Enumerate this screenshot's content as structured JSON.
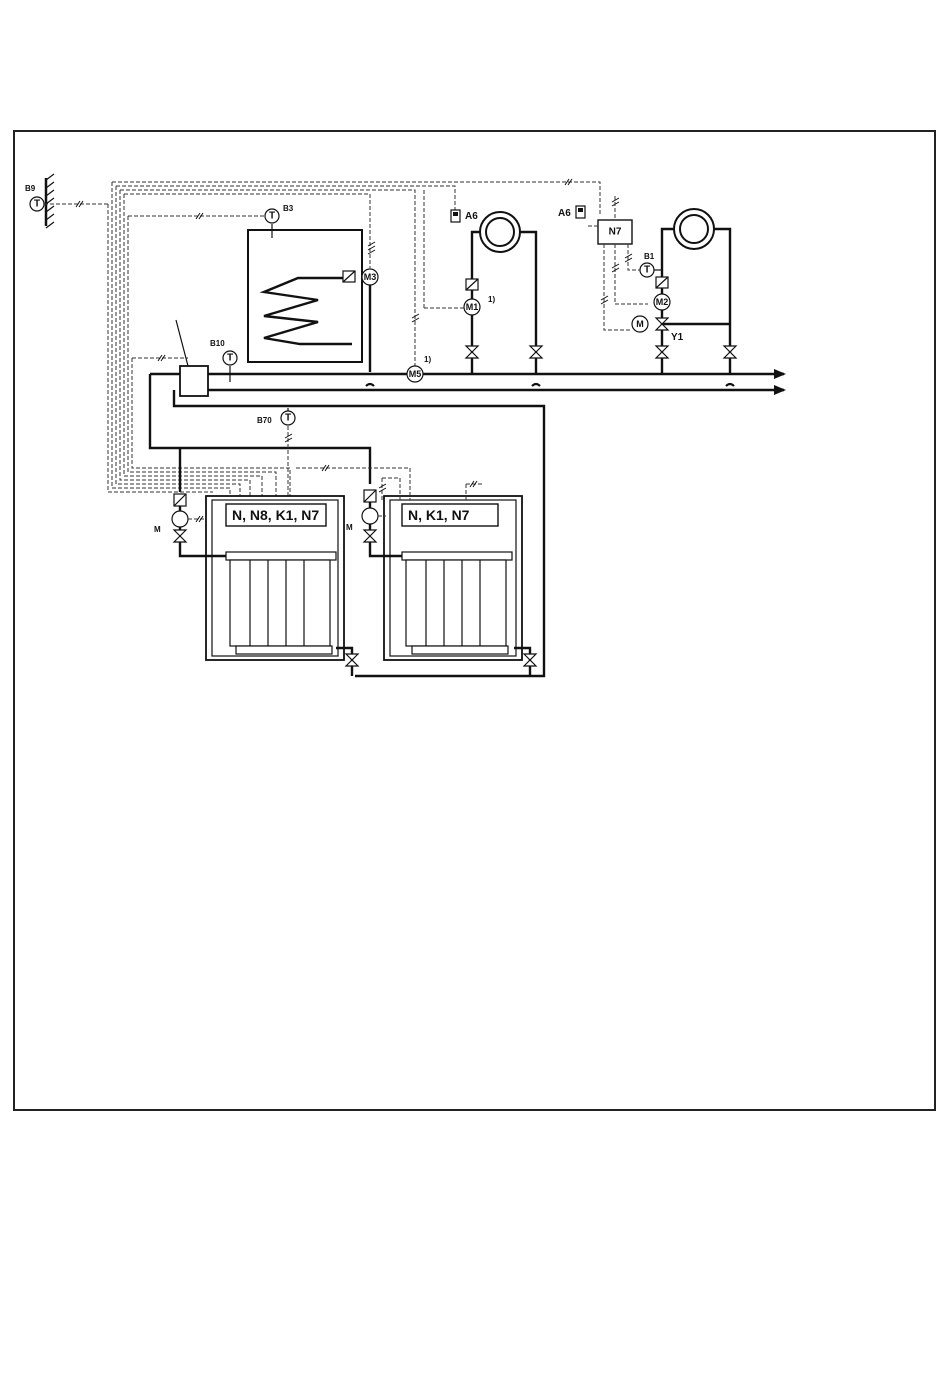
{
  "labels": {
    "outdoor_sensor": "B9",
    "dhw_sensor": "B3",
    "flow_sensor": "B10",
    "common_flow_sensor": "B70",
    "circuit_sensor": "B1",
    "room_unit_1": "A6",
    "room_unit_2": "A6",
    "zone_module": "N7",
    "dhw_pump": "M3",
    "circuit_pump_1": "M1",
    "circuit_pump_2": "M2",
    "system_pump": "M5",
    "mixing_valve": "Y1",
    "valve_motor": "M",
    "boiler_pump_1": "M",
    "boiler_pump_2": "M",
    "temp_symbol": "T",
    "footnote_m1": "1)",
    "footnote_m5": "1)"
  },
  "boilers": {
    "boiler_1_modules": "N, N8, K1, N7",
    "boiler_2_modules": "N, K1, N7"
  },
  "colors": {
    "line": "#111111",
    "background": "#ffffff"
  }
}
